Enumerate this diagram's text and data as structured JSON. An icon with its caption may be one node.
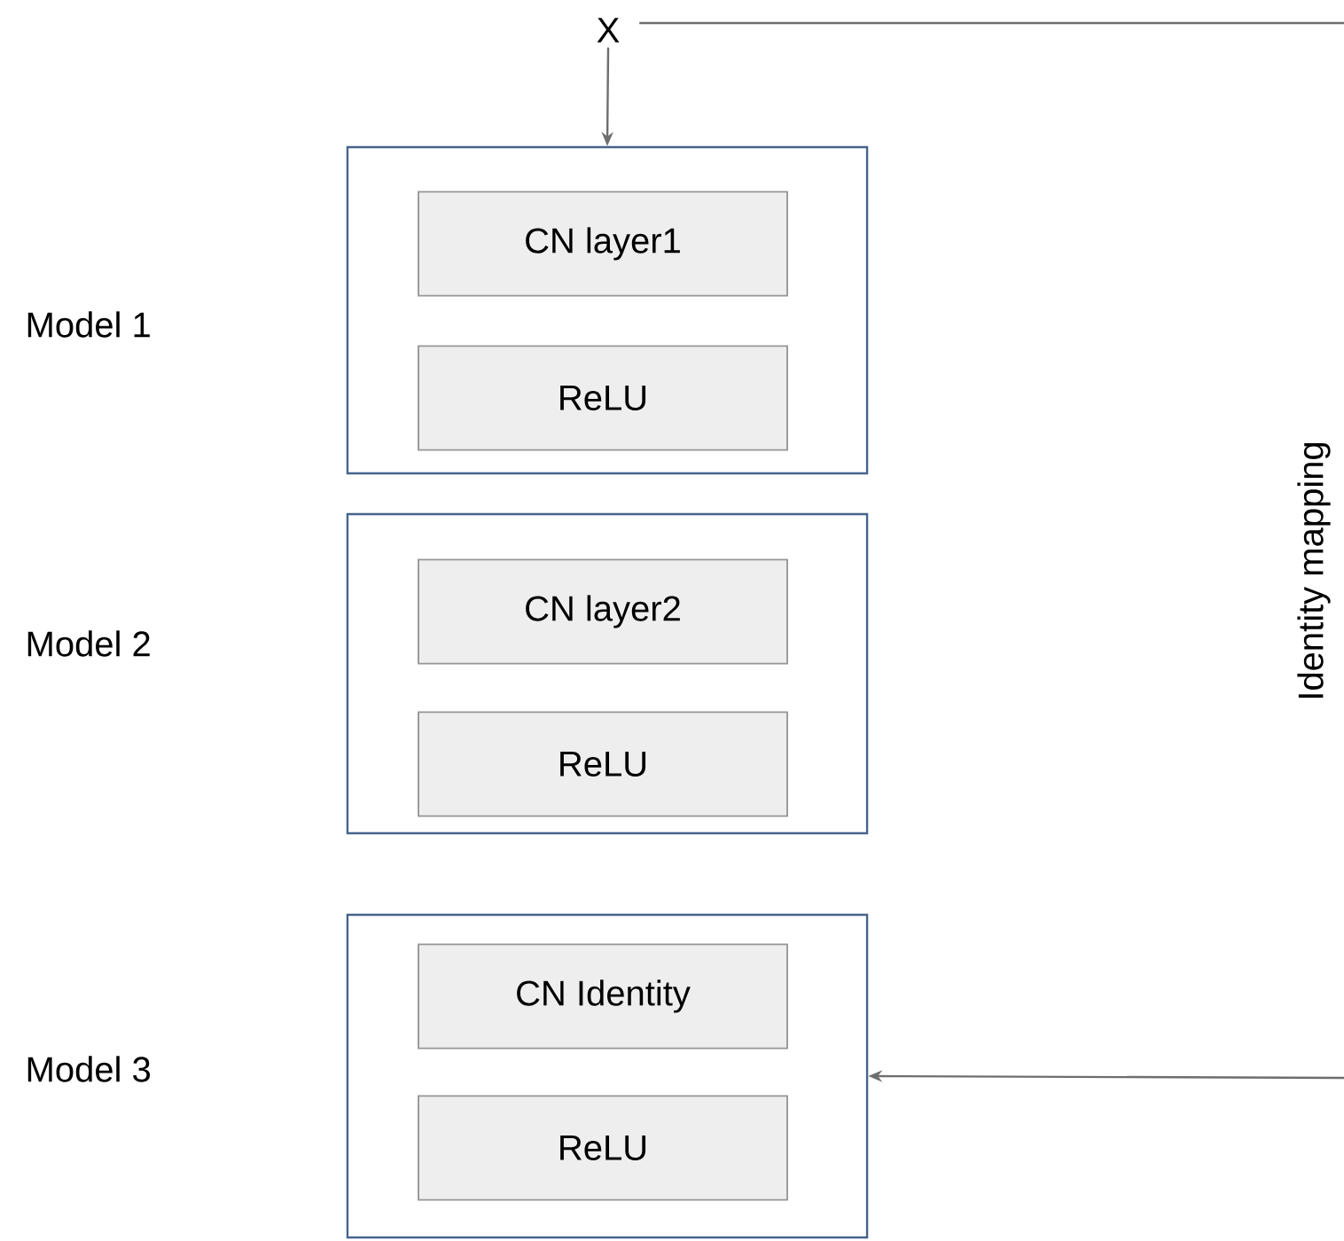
{
  "diagram": {
    "nodes": [
      {
        "text": [
          "X"
        ]
      },
      {
        "text": [],
        "shape": "box"
      },
      {
        "text": [
          "CN layer1"
        ],
        "in": 1
      },
      {
        "text": [
          "ReLU"
        ],
        "in": 1
      },
      {
        "text": [],
        "shape": "box"
      },
      {
        "text": [
          "CN layer2"
        ],
        "in": 4
      },
      {
        "text": [
          "ReLU"
        ],
        "in": 4
      },
      {
        "text": [],
        "shape": "box"
      },
      {
        "text": [
          "CN Identity"
        ],
        "in": 7
      },
      {
        "text": [
          "ReLU"
        ],
        "in": 7
      }
    ],
    "edges": [
      {
        "from": 0,
        "to": 1,
        "arrow": "to"
      },
      {
        "from": 0,
        "to": null,
        "arrow": "none"
      },
      {
        "from": null,
        "to": 7,
        "arrow": "to"
      }
    ],
    "labels": [
      "Model 1",
      "Model 2",
      "Identity mapping",
      "Model 3"
    ]
  }
}
